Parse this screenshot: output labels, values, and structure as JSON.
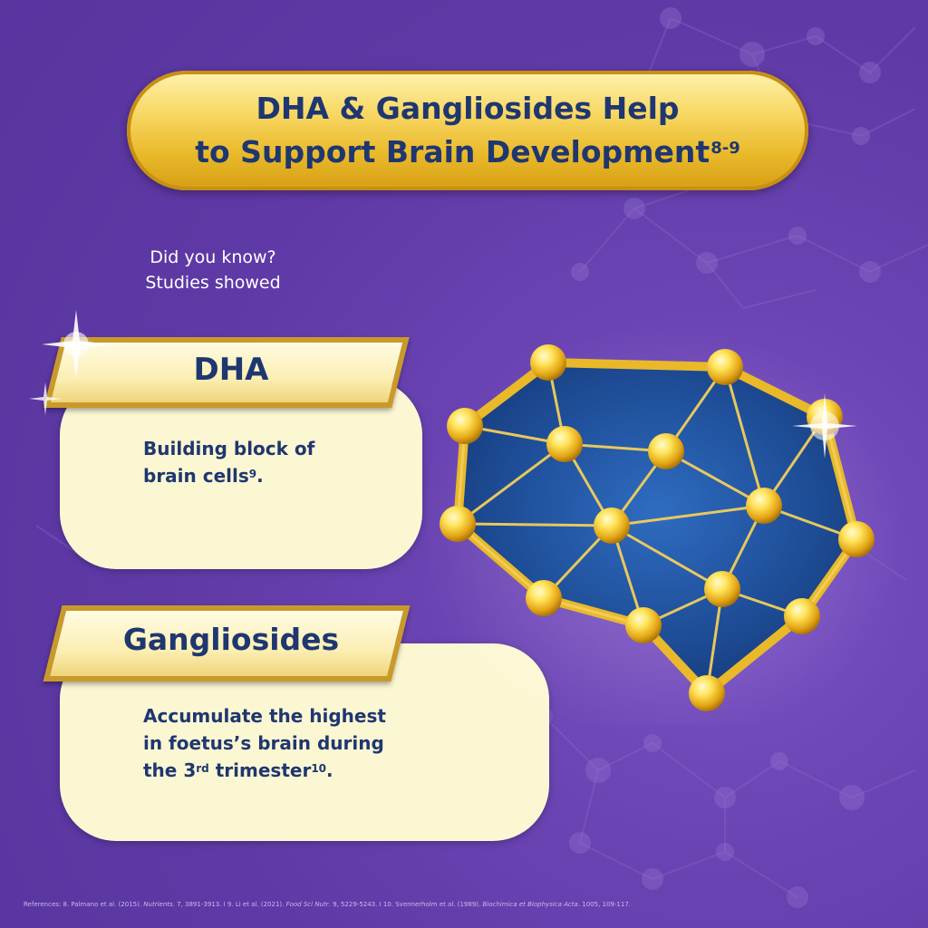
{
  "title": {
    "line1": "DHA & Gangliosides Help",
    "line2": "to Support Brain Development",
    "sup": "8-9"
  },
  "intro": {
    "line1": "Did you know?",
    "line2": "Studies showed"
  },
  "dha": {
    "heading": "DHA",
    "text_line1": "Building block of",
    "text_line2": "brain cells",
    "sup": "9",
    "end": "."
  },
  "gangliosides": {
    "heading": "Gangliosides",
    "text_line1": "Accumulate the highest",
    "text_line2": "in foetus’s brain during",
    "text_line3_a": "the 3",
    "text_line3_sup": "rd",
    "text_line3_b": " trimester",
    "text_line3_sup2": "10",
    "end": "."
  },
  "references": {
    "label": "References:",
    "ref8": "8. Palmano et al. (2015). ",
    "ref8_journal": "Nutrients",
    "ref8_rest": ". 7, 3891-3913.",
    "sep1": "  I  ",
    "ref9": "9. Li et al. (2021). ",
    "ref9_journal": "Food Sci Nutr",
    "ref9_rest": ". 9, 5229-5243.",
    "sep2": "  I  ",
    "ref10": "10. Svennerholm et al. (1989). ",
    "ref10_journal": "Biochimica et Biophysica Acta",
    "ref10_rest": ". 1005, 109-117."
  },
  "colors": {
    "background": "#5f3aa6",
    "navy": "#1f3770",
    "gold": "#e9b92a",
    "cream": "#fcf7d3",
    "brain_blue": "#1f4f9a"
  },
  "icons": [
    "brain-network-icon",
    "sparkle-icon"
  ]
}
